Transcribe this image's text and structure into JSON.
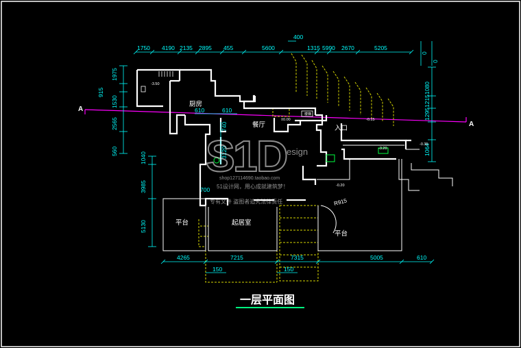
{
  "drawing": {
    "title": "一层平面图",
    "rooms": {
      "kitchen": "厨房",
      "dining": "餐厅",
      "entrance": "入口",
      "living": "起居室",
      "terrace_left": "平台",
      "terrace_right": "平台"
    },
    "section_marker": "A",
    "radius_label": "R915",
    "top_dimensions": [
      "1750",
      "4190",
      "2135",
      "2895",
      "455",
      "5600",
      "1315",
      "5990",
      "2670",
      "5205"
    ],
    "top_extra_dimension": "400",
    "bottom_dimensions": [
      "4265",
      "7215",
      "7315",
      "5005",
      "610"
    ],
    "stair_widths": [
      "150",
      "150"
    ],
    "left_dimensions": [
      "1975",
      "915",
      "1530",
      "2565",
      "560",
      "1040",
      "3985",
      "5130"
    ],
    "right_dimensions": [
      "1080",
      "1215",
      "1295",
      "1064"
    ],
    "right_top_marks": [
      "0",
      "0"
    ],
    "inner_dimensions": [
      "610",
      "610",
      "740",
      "3120",
      "700"
    ],
    "level_marks": [
      "-3.50",
      "-0.15",
      "-3.20",
      "-0.20",
      "-0.35",
      "±0.00"
    ],
    "small_label": "楼梯",
    "watermark": {
      "logo_s": "S",
      "logo_i": "1",
      "logo_d": "D",
      "logo_tail": "esign",
      "line1": "51设计网，用心成就建筑梦！",
      "url": "shop127114690.taobao.com",
      "line2": "专有文件    盗图者追究法律责任"
    }
  },
  "colors": {
    "background": "#000000",
    "frame": "#ffffff",
    "walls": "#ffffff",
    "dimensions": "#00ffff",
    "section_line": "#ff00ff",
    "stairs": "#d8d800",
    "fixtures": "#00ff40",
    "title": "#ffffff",
    "title_underline": "#00ff80"
  }
}
